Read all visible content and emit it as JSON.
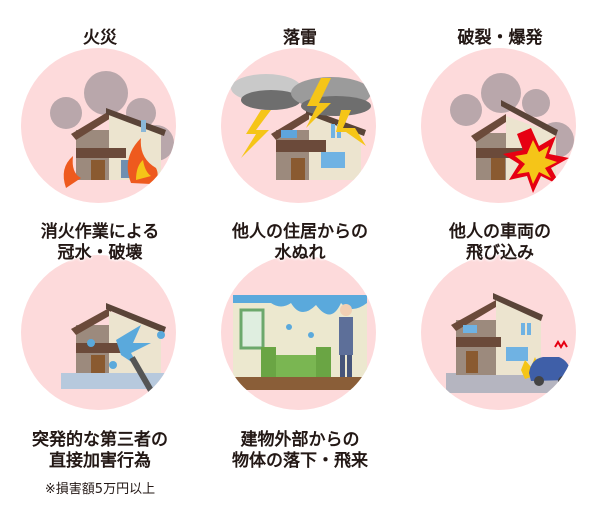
{
  "items": [
    {
      "title_lines": [
        "火災"
      ],
      "icon": "house-fire-icon"
    },
    {
      "title_lines": [
        "落雷"
      ],
      "icon": "house-lightning-icon"
    },
    {
      "title_lines": [
        "破裂・爆発"
      ],
      "icon": "house-explosion-icon"
    },
    {
      "title_lines": [
        "消火作業による",
        "冠水・破壊"
      ],
      "icon": "house-firefighting-water-icon"
    },
    {
      "title_lines": [
        "他人の住居からの",
        "水ぬれ"
      ],
      "icon": "water-leak-room-icon"
    },
    {
      "title_lines": [
        "他人の車両の",
        "飛び込み"
      ],
      "icon": "car-crash-house-icon"
    },
    {
      "title_lines": [
        "突発的な第三者の",
        "直接加害行為"
      ],
      "note": "※損害額5万円以上"
    },
    {
      "title_lines": [
        "建物外部からの",
        "物体の落下・飛来"
      ]
    }
  ],
  "colors": {
    "circle": "#fddadb",
    "text": "#231815",
    "smoke": "#b9a7ab",
    "flame": "#ee5a1e",
    "bolt": "#f5c518",
    "water": "#5aa9dc"
  }
}
